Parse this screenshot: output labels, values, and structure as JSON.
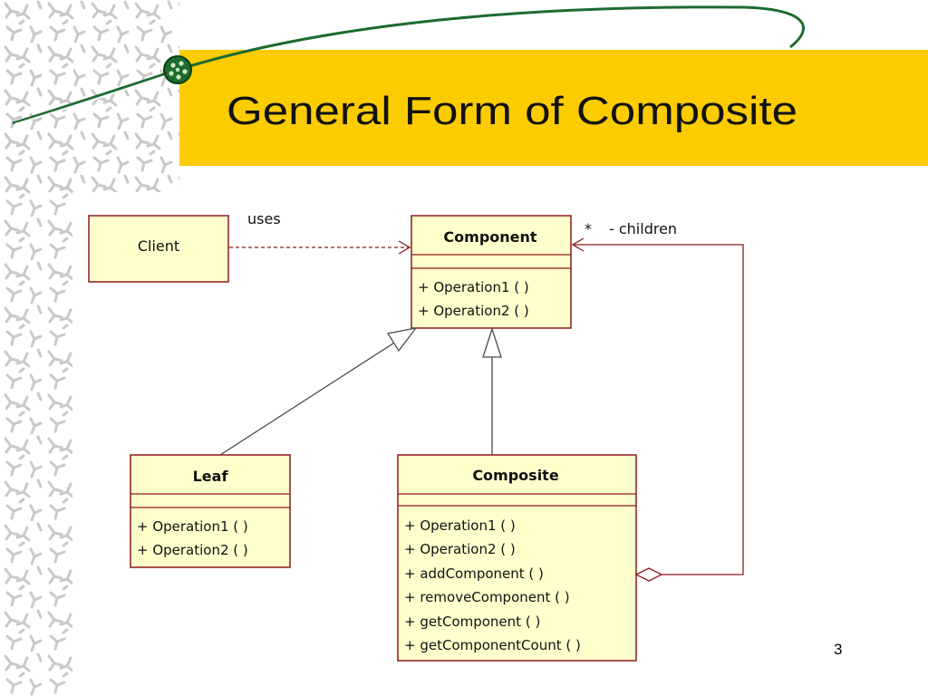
{
  "slide": {
    "title": "General Form of Composite",
    "page_number": "3"
  },
  "colors": {
    "title_bar": "#FDCC00",
    "class_fill": "#FFFFCC",
    "line": "#8B1A1A",
    "connector": "#4B4B4B",
    "swoosh": "#1E6B2E",
    "pattern": "#CFCFCF"
  },
  "diagram": {
    "client": {
      "label": "Client"
    },
    "uses_label": "uses",
    "multiplicity": "*",
    "role_label": "- children",
    "component": {
      "name": "Component",
      "operations": [
        "+ Operation1 (  )",
        "+ Operation2 (  )"
      ]
    },
    "leaf": {
      "name": "Leaf",
      "operations": [
        "+ Operation1 (  )",
        "+ Operation2 (  )"
      ]
    },
    "composite": {
      "name": "Composite",
      "operations": [
        "+ Operation1 (  )",
        "+ Operation2 (  )",
        "+ addComponent (  )",
        "+ removeComponent (  )",
        "+ getComponent (  )",
        "+ getComponentCount (  )"
      ]
    }
  }
}
